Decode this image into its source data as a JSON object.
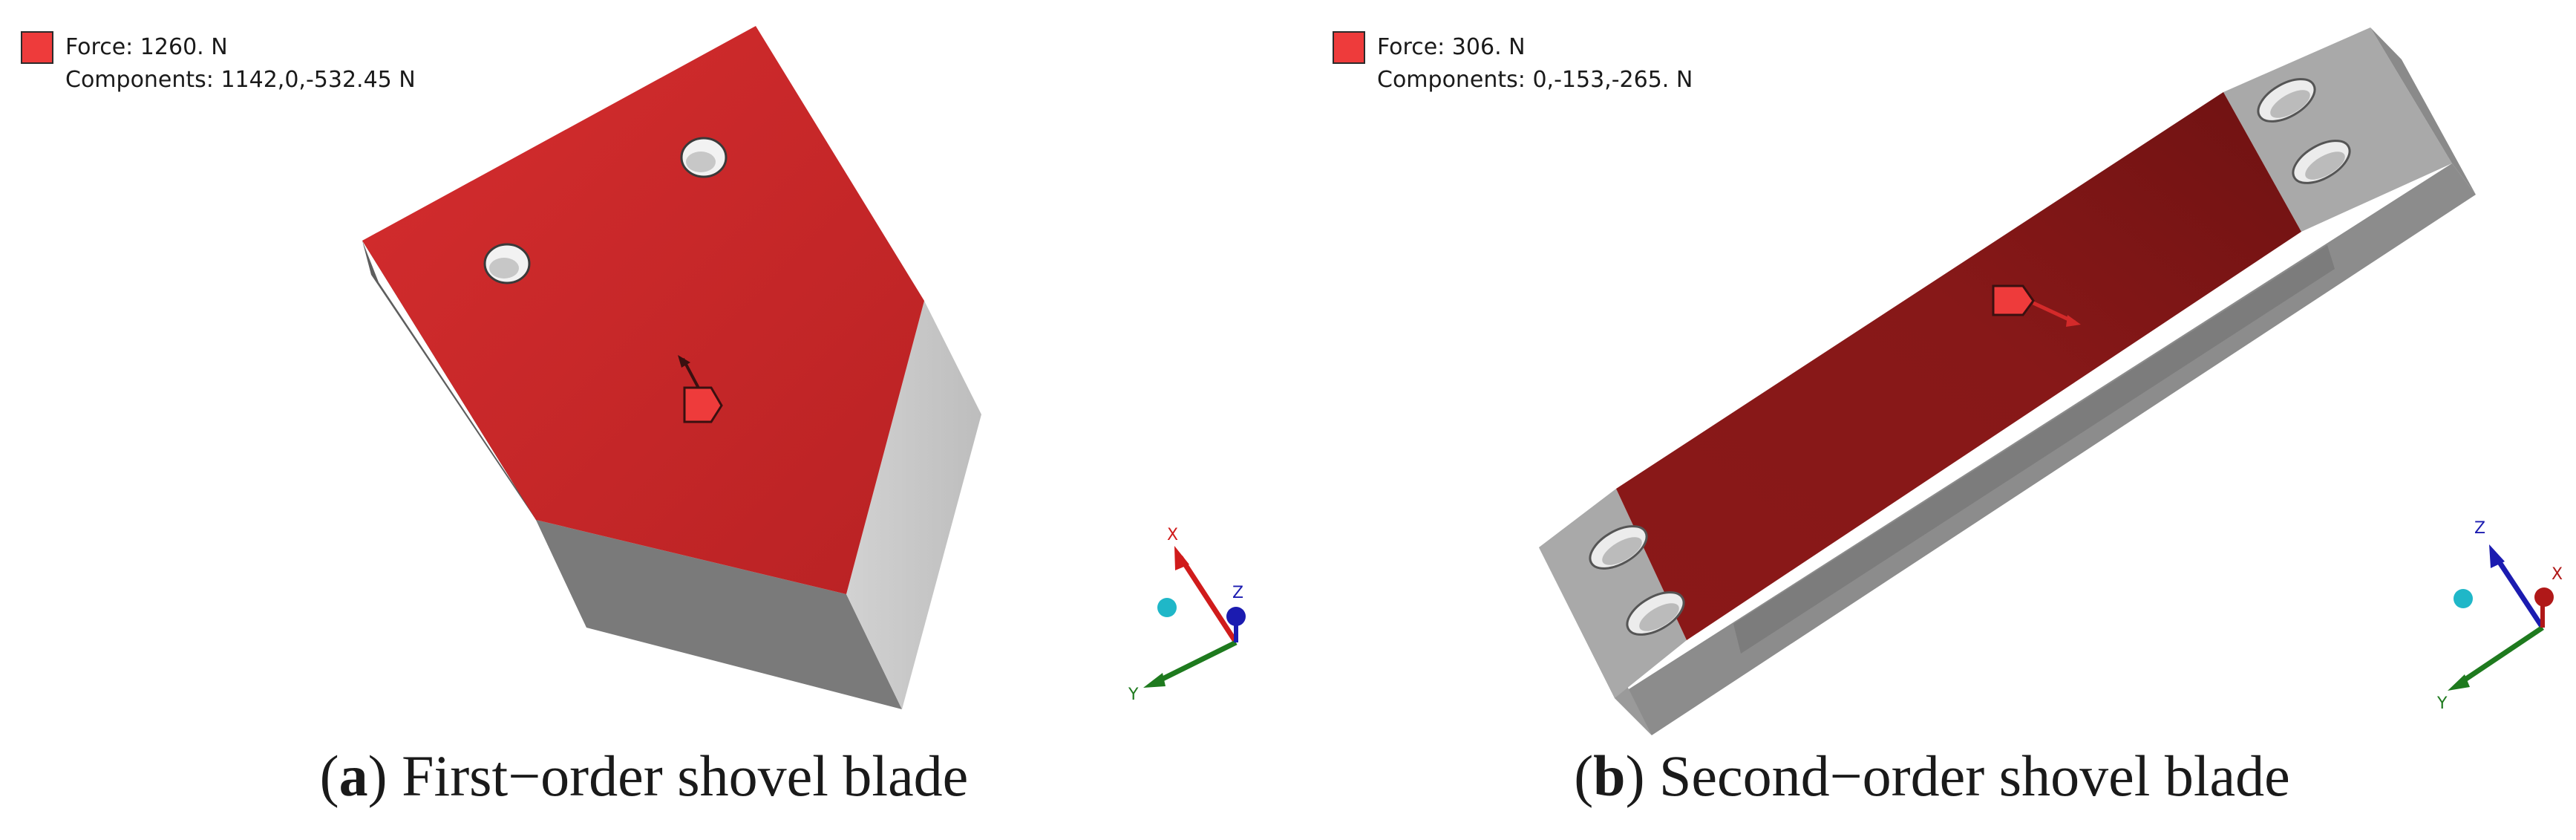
{
  "colors": {
    "load_face_a": "#c8282a",
    "load_face_b": "#8e1a1a",
    "steel_light": "#c9c9c9",
    "steel_mid": "#a6a6a6",
    "steel_dark": "#6f6f6f",
    "legend_swatch": "#ee3b3b",
    "axis_x": "#d01b1b",
    "axis_y": "#1e7a1e",
    "axis_z": "#1b1bb0"
  },
  "panel_a": {
    "legend": {
      "force": "Force: 1260. N",
      "components": "Components: 1142,0,-532.45 N"
    },
    "triad": {
      "x": "X",
      "y": "Y",
      "z": "Z"
    },
    "caption": {
      "open": "(",
      "letter": "a",
      "close": ")",
      "text": " First−order shovel blade"
    }
  },
  "panel_b": {
    "legend": {
      "force": "Force: 306. N",
      "components": "Components: 0,-153,-265. N"
    },
    "triad": {
      "x": "X",
      "y": "Y",
      "z": "Z"
    },
    "caption": {
      "open": "(",
      "letter": "b",
      "close": ")",
      "text": " Second−order shovel blade"
    }
  }
}
